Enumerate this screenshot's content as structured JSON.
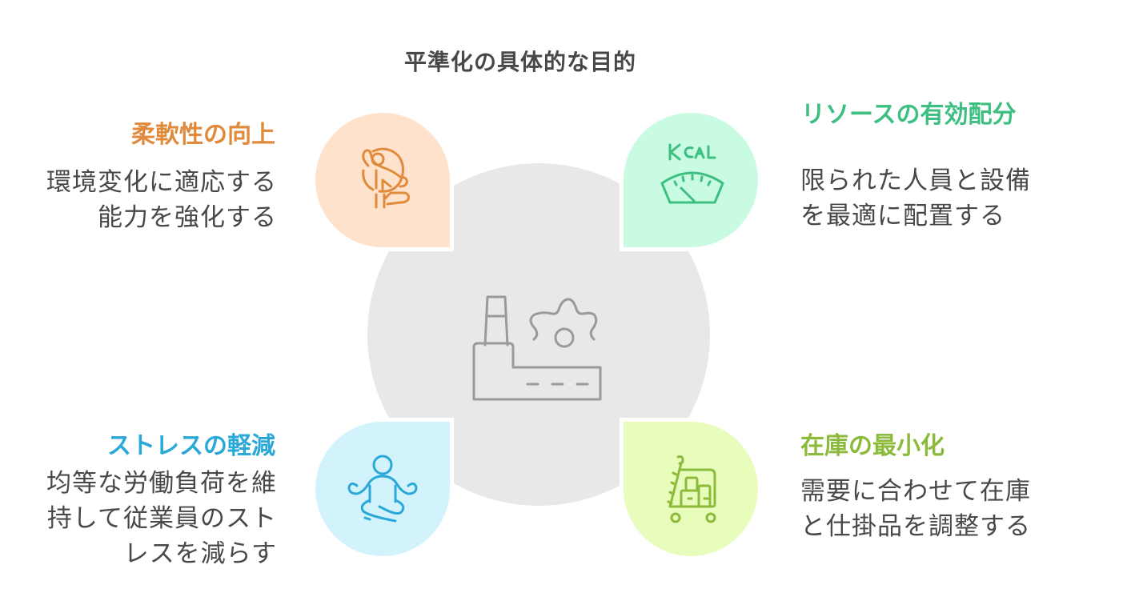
{
  "title": "平準化の具体的な目的",
  "center": {
    "icon": "factory-gear-icon",
    "color": "#9a9a9a",
    "background": "#e8e8e8"
  },
  "items": [
    {
      "position": "top-left",
      "heading": "柔軟性の向上",
      "description": "環境変化に適応する能力を強化する",
      "icon": "flexible-person-icon",
      "accent": "#e08a3c",
      "background": "#ffe2cc"
    },
    {
      "position": "top-right",
      "heading": "リソースの有効配分",
      "description": "限られた人員と設備を最適に配置する",
      "icon": "kcal-scale-gauge-icon",
      "icon_text": "KCAL",
      "accent": "#3dbf80",
      "background": "#c9fbe3"
    },
    {
      "position": "bottom-left",
      "heading": "ストレスの軽減",
      "description": "均等な労働負荷を維持して従業員のストレスを減らす",
      "icon": "meditation-icon",
      "accent": "#2aa8d8",
      "background": "#d2f3fc"
    },
    {
      "position": "bottom-right",
      "heading": "在庫の最小化",
      "description": "需要に合わせて在庫と仕掛品を調整する",
      "icon": "inventory-cart-icon",
      "accent": "#8cba3a",
      "background": "#e8fcbc"
    }
  ]
}
